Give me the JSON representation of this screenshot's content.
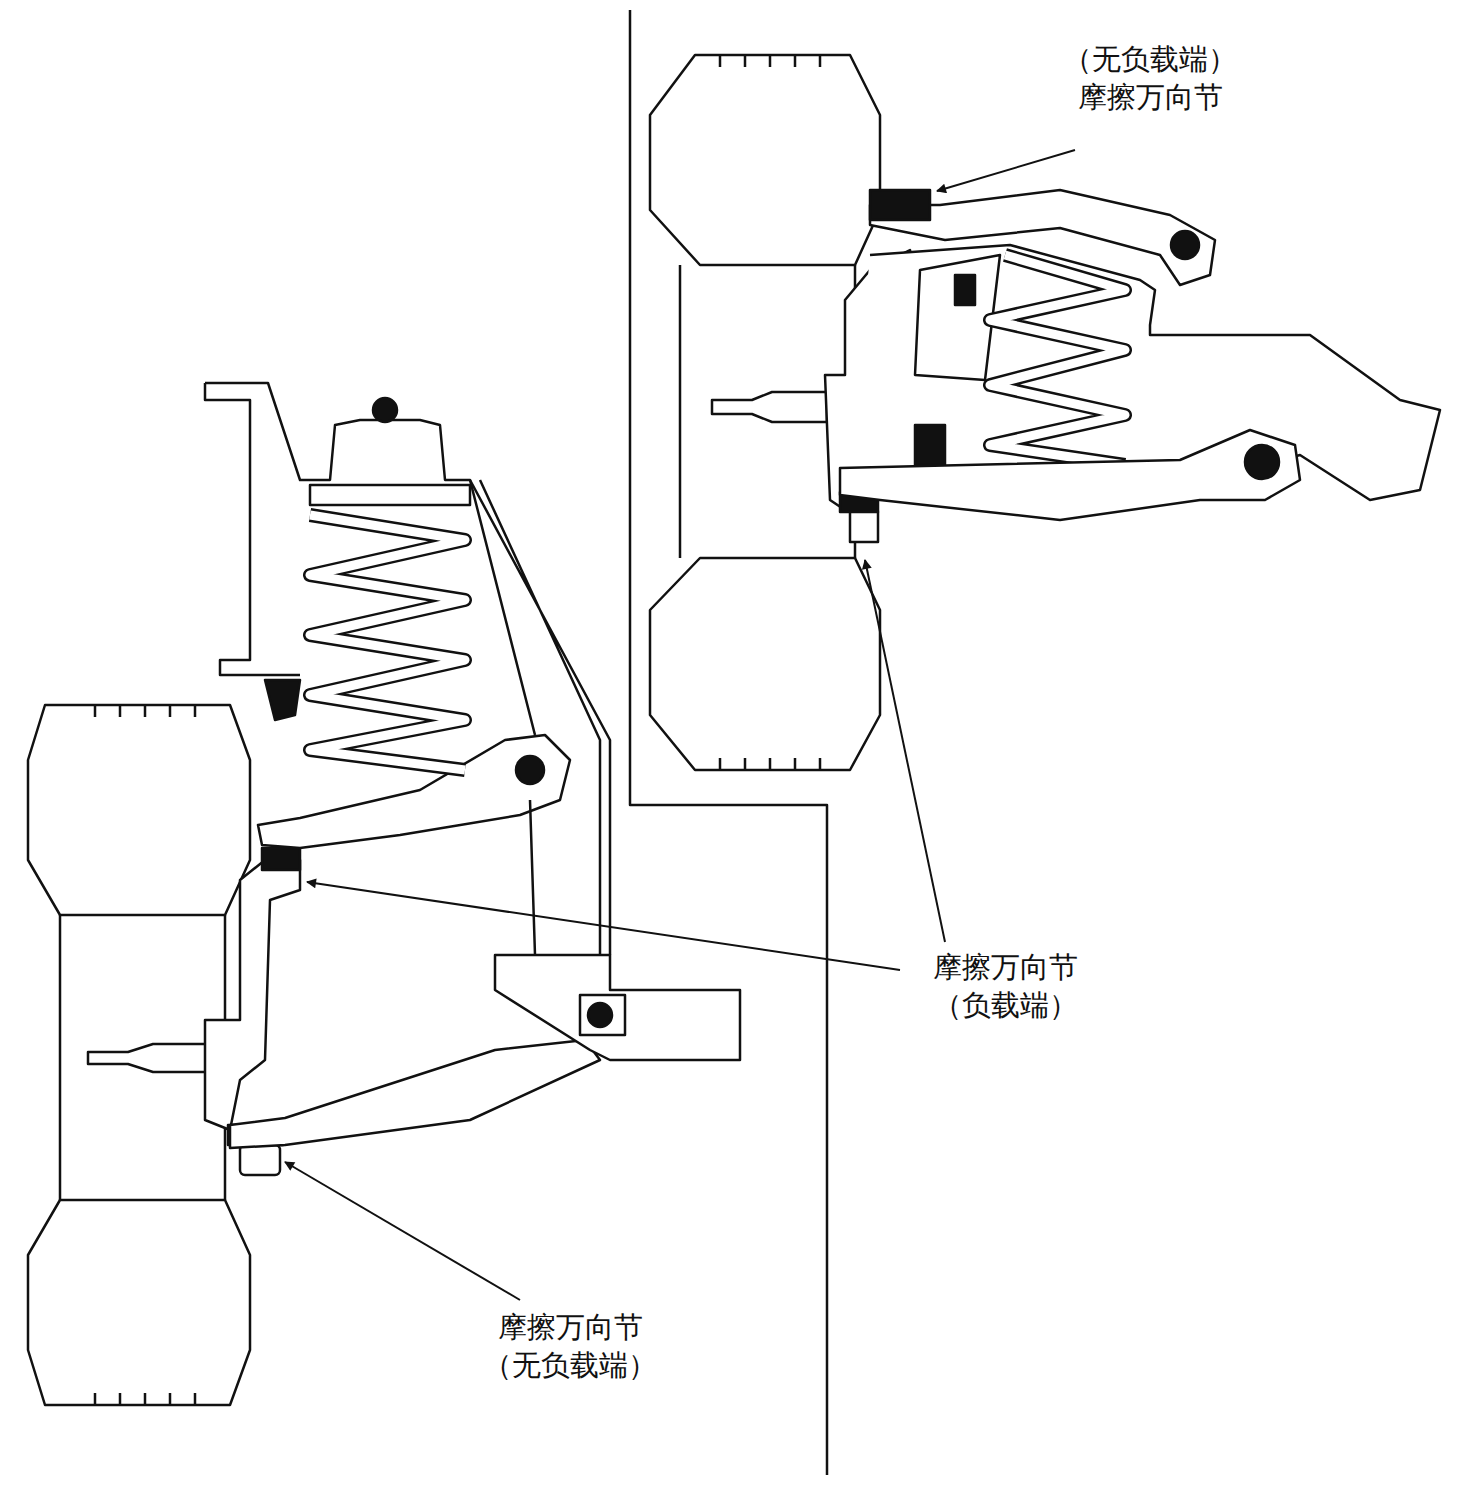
{
  "diagram": {
    "labels": [
      "（无负载端） 摩擦万向节",
      "摩擦万向节 （负载端）",
      "摩擦万向节 （无负载端）"
    ]
  }
}
